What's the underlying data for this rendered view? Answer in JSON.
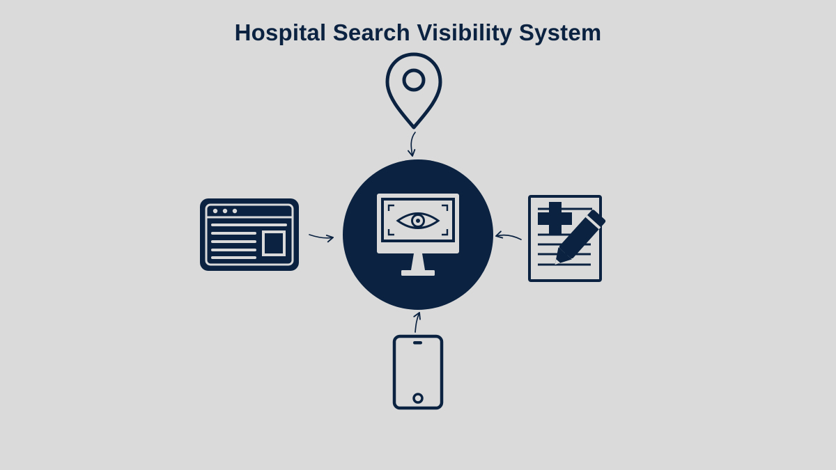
{
  "title": "Hospital Search Visibility System",
  "colors": {
    "background": "#dadada",
    "primary": "#0b2341"
  },
  "diagram": {
    "center": {
      "icon": "monitor-eye-icon"
    },
    "nodes": [
      {
        "id": "top",
        "icon": "location-pin-icon"
      },
      {
        "id": "left",
        "icon": "browser-window-icon"
      },
      {
        "id": "right",
        "icon": "medical-record-pen-icon"
      },
      {
        "id": "bottom",
        "icon": "smartphone-icon"
      }
    ],
    "connections": [
      {
        "from": "top",
        "to": "center"
      },
      {
        "from": "left",
        "to": "center"
      },
      {
        "from": "right",
        "to": "center"
      },
      {
        "from": "bottom",
        "to": "center"
      }
    ]
  }
}
